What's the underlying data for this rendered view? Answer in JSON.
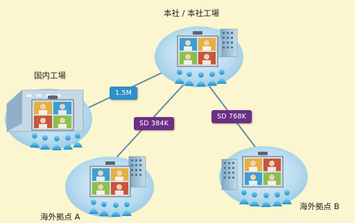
{
  "nodes": {
    "hq": {
      "label": "本社 / 本社工場"
    },
    "domestic": {
      "label": "国内工場"
    },
    "overseas_a": {
      "label": "海外拠点 A"
    },
    "overseas_b": {
      "label": "海外拠点 B"
    }
  },
  "links": {
    "domestic_hq": {
      "label": "1.5M"
    },
    "hq_overseas_a": {
      "label": "SD 384K"
    },
    "hq_overseas_b": {
      "label": "SD 768K"
    }
  },
  "colors": {
    "background": "#fbf6cf",
    "bubble": "#b9dcef",
    "line": "#5d8ba6",
    "badge_blue": "#2e8fc9",
    "badge_purple": "#6a2f86",
    "person": "#33a6dd"
  },
  "icons": [
    "monitor-icon",
    "building-icon",
    "person-icon",
    "camera-icon"
  ]
}
